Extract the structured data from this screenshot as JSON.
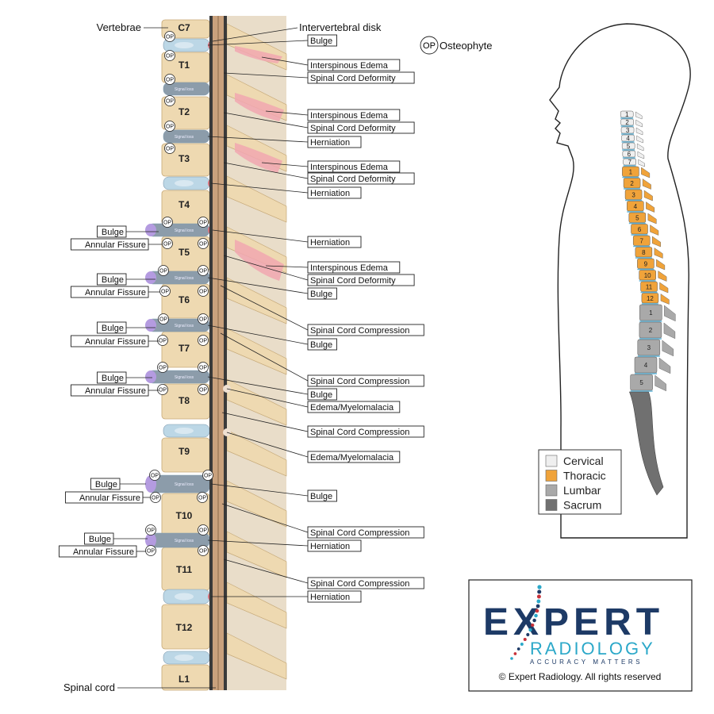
{
  "labels": {
    "vertebrae": "Vertebrae",
    "intervertebral_disk": "Intervertebral disk",
    "spinal_cord": "Spinal cord",
    "op": "OP",
    "osteophyte": "Osteophyte",
    "signal_loss": "Signal loss"
  },
  "vertebrae": [
    "C7",
    "T1",
    "T2",
    "T3",
    "T4",
    "T5",
    "T6",
    "T7",
    "T8",
    "T9",
    "T10",
    "T11",
    "T12",
    "L1"
  ],
  "findings_right": [
    "Bulge",
    "Interspinous Edema",
    "Spinal Cord Deformity",
    "Interspinous Edema",
    "Spinal Cord Deformity",
    "Herniation",
    "Interspinous Edema",
    "Spinal Cord Deformity",
    "Herniation",
    "Herniation",
    "Interspinous Edema",
    "Spinal Cord Deformity",
    "Bulge",
    "Spinal Cord Compression",
    "Bulge",
    "Spinal Cord Compression",
    "Bulge",
    "Edema/Myelomalacia",
    "Spinal Cord Compression",
    "Edema/Myelomalacia",
    "Bulge",
    "Spinal Cord Compression",
    "Herniation",
    "Spinal Cord Compression",
    "Herniation"
  ],
  "findings_left": [
    "Bulge",
    "Annular Fissure",
    "Bulge",
    "Annular Fissure",
    "Bulge",
    "Annular Fissure",
    "Bulge",
    "Annular Fissure",
    "Bulge",
    "Annular Fissure",
    "Bulge",
    "Annular Fissure"
  ],
  "mini_spine": {
    "cervical": [
      "1",
      "2",
      "3",
      "4",
      "5",
      "6",
      "7"
    ],
    "thoracic": [
      "1",
      "2",
      "3",
      "4",
      "5",
      "6",
      "7",
      "8",
      "9",
      "10",
      "11",
      "12"
    ],
    "lumbar": [
      "1",
      "2",
      "3",
      "4",
      "5"
    ]
  },
  "legend": [
    {
      "label": "Cervical",
      "color": "#efefef"
    },
    {
      "label": "Thoracic",
      "color": "#f0a33a"
    },
    {
      "label": "Lumbar",
      "color": "#a9a9a9"
    },
    {
      "label": "Sacrum",
      "color": "#707070"
    }
  ],
  "logo": {
    "brand_line1": "EXPERT",
    "brand_line2": "RADIOLOGY",
    "tagline": "ACCURACY MATTERS",
    "copyright": "© Expert Radiology. All rights reserved",
    "colors": {
      "navy": "#1d3a66",
      "teal": "#2ba8c9",
      "red": "#c8323a"
    }
  },
  "colors": {
    "bone": "#eed9b1",
    "disc": "#bcd7e6",
    "disc_damaged": "#8c9caa",
    "bulge": "#b49be0",
    "cord": "#c9a17d",
    "edema": "#f1a7b0",
    "herniation": "#d9747e"
  }
}
